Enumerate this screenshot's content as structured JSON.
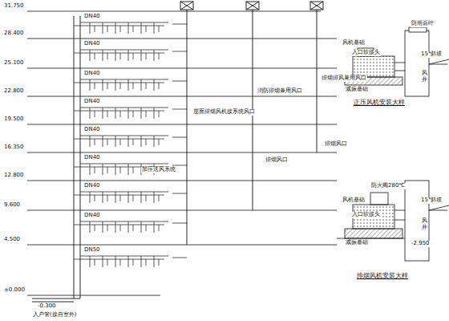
{
  "diagram": {
    "labels": [
      "31.750",
      "28.400",
      "25.100",
      "22.800",
      "19.500",
      "16.350",
      "12.800",
      "9.600",
      "4.500",
      "±0.000",
      "-0.300",
      "DN40",
      "DN40",
      "DN40",
      "DN40",
      "DN40",
      "DN40",
      "DN40",
      "DN40",
      "DN50",
      "入户管(接自室外)",
      "屋面排烟风机接系统风口",
      "加压送风系统",
      "消防排烟兼用风口",
      "排烟排风兼用风口",
      "排烟风口",
      "排烟风口",
      "防雨百叶",
      "入口软接头",
      "风机基础",
      "减振基础",
      "15°斜坡",
      "风井",
      "正压风机安装大样",
      "防火阀280℃",
      "风机基础",
      "入口软接头",
      "减振基础",
      "15°斜坡",
      "风井",
      "-2.950",
      "排烟风机安装大样"
    ]
  }
}
